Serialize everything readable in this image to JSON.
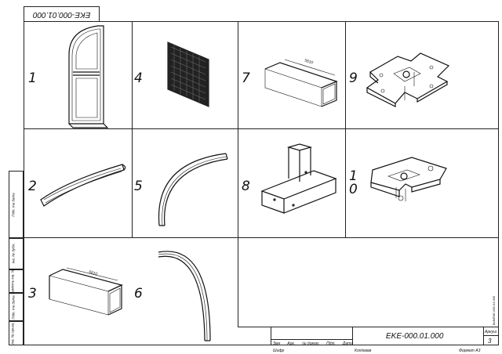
{
  "document": {
    "code_top": "EKE-000.01.000",
    "code_title": "EKE-000.01.000",
    "sheet_number": "3",
    "sheet_label": "Аркуш",
    "format": "Формат А3",
    "copied": "Копіював",
    "shifr": "Шифр",
    "side_code": "Bo8/ЕКЕ-000.01.000"
  },
  "title_block": {
    "headers": [
      "Змн",
      "Арк.",
      "№ докум.",
      "Підп.",
      "Дата"
    ]
  },
  "side_stamp": [
    "Підп. та дата",
    "Інв. № дубл.",
    "Замість інв. №",
    "Підп. та дата",
    "Інв. № орига."
  ],
  "items": [
    {
      "number": "1",
      "name": "door-frame"
    },
    {
      "number": "2",
      "name": "curved-bar"
    },
    {
      "number": "3",
      "name": "square-profile",
      "dimension": "5610"
    },
    {
      "number": "4",
      "name": "mesh-panel"
    },
    {
      "number": "5",
      "name": "arc-rail"
    },
    {
      "number": "6",
      "name": "arch-rail"
    },
    {
      "number": "7",
      "name": "square-tube",
      "dimension": "5610"
    },
    {
      "number": "8",
      "name": "tee-connector"
    },
    {
      "number": "9",
      "name": "cross-connector"
    },
    {
      "number": "1\n0",
      "name": "clamp-connector"
    }
  ]
}
